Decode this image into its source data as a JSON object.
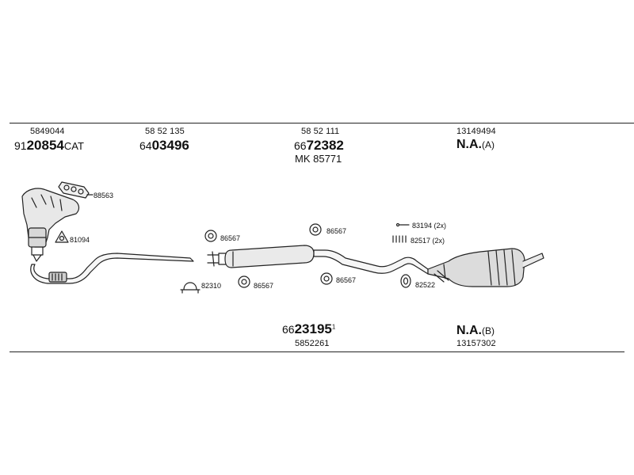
{
  "top_labels": [
    {
      "ref": "5849044",
      "part_lead": "91",
      "part_big": "20854",
      "part_suffix": "CAT"
    },
    {
      "ref": "58 52 135",
      "part_lead": "64",
      "part_big": "03496",
      "part_suffix": ""
    },
    {
      "ref": "58 52 111",
      "part_lead": "66",
      "part_big": "72382",
      "part_suffix": "",
      "extra": "MK  85771"
    },
    {
      "ref": "13149494",
      "na": "N.A.",
      "na_suffix": "(A)"
    }
  ],
  "bottom_labels": [
    {
      "ref": "5852261",
      "part_lead": "66",
      "part_big": "23195",
      "part_sup": "1"
    },
    {
      "ref": "13157302",
      "na": "N.A.",
      "na_suffix": "(B)"
    }
  ],
  "component_labels": {
    "gasket_top": "88563",
    "gasket_triangle": "81094",
    "clamp_left": "82310",
    "ring_left_top": "86567",
    "ring_left_bottom": "86567",
    "ring_mid_top": "86567",
    "ring_mid_bottom": "86567",
    "hanger_a": "83194 (2x)",
    "hanger_b": "82517 (2x)",
    "ring_right": "82522"
  }
}
